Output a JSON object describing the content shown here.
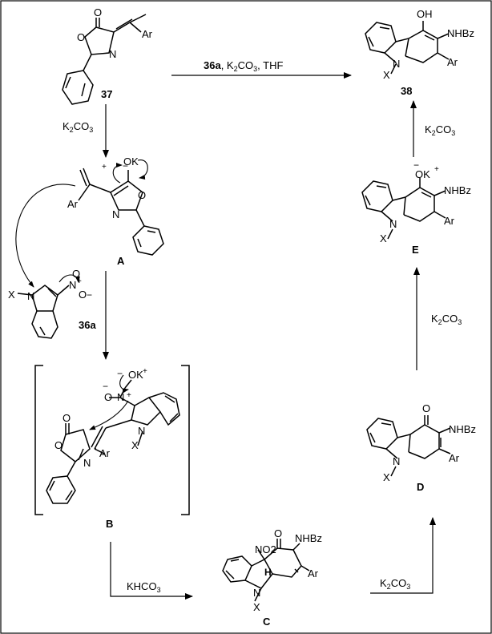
{
  "compounds": {
    "c37": {
      "label": "37",
      "atoms": {
        "o_carbonyl": "O",
        "o_ring": "O",
        "n_ring": "N",
        "ar": "Ar"
      }
    },
    "c38": {
      "label": "38",
      "atoms": {
        "oh": "OH",
        "nhbz": "NHBz",
        "ar": "Ar",
        "n": "N",
        "x": "X"
      }
    },
    "A": {
      "label": "A",
      "atoms": {
        "ok": "OK",
        "o_ring": "O",
        "n_ring": "N",
        "ar": "Ar",
        "plus": "+",
        "minus": "−"
      }
    },
    "c36a": {
      "label": "36a",
      "atoms": {
        "x": "X",
        "n": "N",
        "no2_n": "N",
        "no2_o1": "O",
        "no2_o2": "O",
        "plus": "+",
        "minus": "−"
      }
    },
    "B": {
      "label": "B",
      "atoms": {
        "ok": "OK",
        "k_plus": "+",
        "o_minus": "−",
        "o_minus2": "−",
        "n": "N",
        "no2_o": "O",
        "plus": "+",
        "o_ring": "O",
        "o_carbonyl": "O",
        "n_ring": "N",
        "ar": "Ar",
        "n_indole": "N",
        "x": "X"
      }
    },
    "C": {
      "label": "C",
      "atoms": {
        "no2": "NO2",
        "o": "O",
        "nhbz": "NHBz",
        "ar": "Ar",
        "n": "N",
        "x": "X",
        "h": "H"
      }
    },
    "D": {
      "label": "D",
      "atoms": {
        "o": "O",
        "nhbz": "NHBz",
        "ar": "Ar",
        "n": "N",
        "x": "X"
      }
    },
    "E": {
      "label": "E",
      "atoms": {
        "ok": "OK",
        "k_plus": "+",
        "o_minus": "−",
        "nhbz": "NHBz",
        "ar": "Ar",
        "n": "N",
        "x": "X"
      }
    }
  },
  "reagents": {
    "top": {
      "reagent": "36a",
      "base": "K2CO3",
      "solvent": "THF"
    },
    "r37_to_A": "K2CO3",
    "rE_to_38": "K2CO3",
    "rD_to_E": "K2CO3",
    "rB_to_C": "KHCO3",
    "rC_to_D": "K2CO3"
  }
}
